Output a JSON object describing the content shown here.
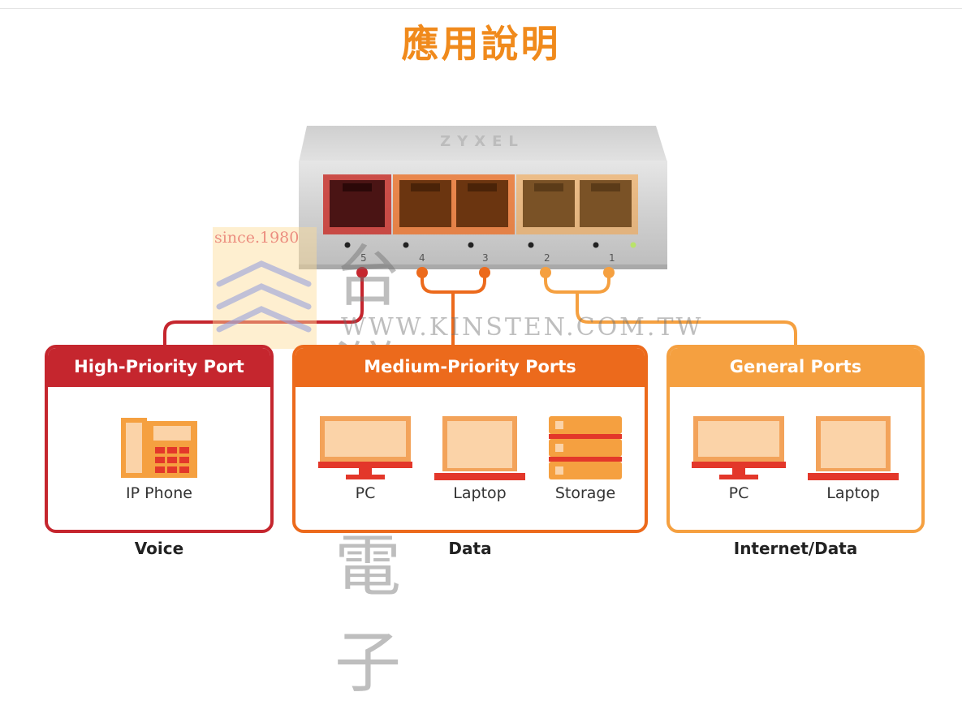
{
  "title": "應用說明",
  "switch": {
    "brand": "ZYXEL",
    "port_numbers": [
      "5",
      "4",
      "3",
      "2",
      "1"
    ]
  },
  "groups": [
    {
      "header": "High-Priority Port",
      "devices": [
        "IP Phone"
      ],
      "footer": "Voice",
      "color": "#c5262e"
    },
    {
      "header": "Medium-Priority Ports",
      "devices": [
        "PC",
        "Laptop",
        "Storage"
      ],
      "footer": "Data",
      "color": "#ec6a1c"
    },
    {
      "header": "General Ports",
      "devices": [
        "PC",
        "Laptop"
      ],
      "footer": "Internet/Data",
      "color": "#f5a040"
    }
  ],
  "watermark": {
    "since": "since.1980",
    "name": "台灣金電子",
    "url": "WWW.KINSTEN.COM.TW"
  },
  "colors": {
    "high": "#c5262e",
    "medium": "#ec6a1c",
    "general": "#f5a040",
    "title": "#f08a1c",
    "device_fill": "#fbd3a8",
    "device_frame": "#f3a35a"
  }
}
